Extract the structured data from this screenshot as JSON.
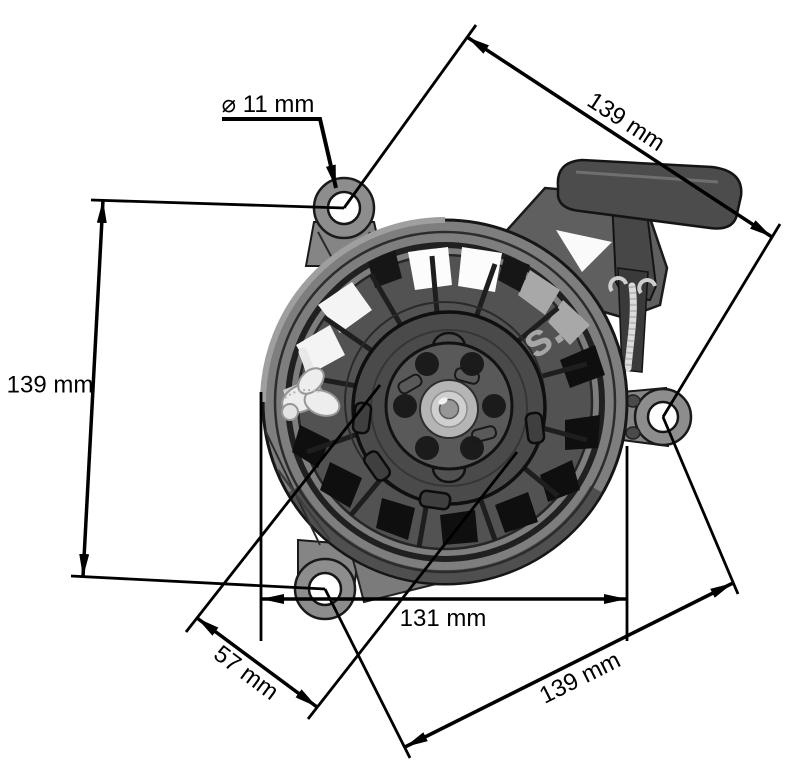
{
  "labels": {
    "hole_diameter": "⌀ 11 mm",
    "top_right_length": "139 mm",
    "left_height": "139 mm",
    "bottom_width": "131 mm",
    "bottom_left_offset": "57 mm",
    "bottom_right_length": "139 mm"
  },
  "watermark_text": "s.",
  "colors": {
    "background": "#ffffff",
    "dimension_line": "#000000",
    "watermark": "#c3c3c3",
    "body_dark": "#2e2e2e",
    "body_mid": "#6f6f6f",
    "body_light": "#9c9c9c",
    "rope": "#e9e9e9"
  }
}
